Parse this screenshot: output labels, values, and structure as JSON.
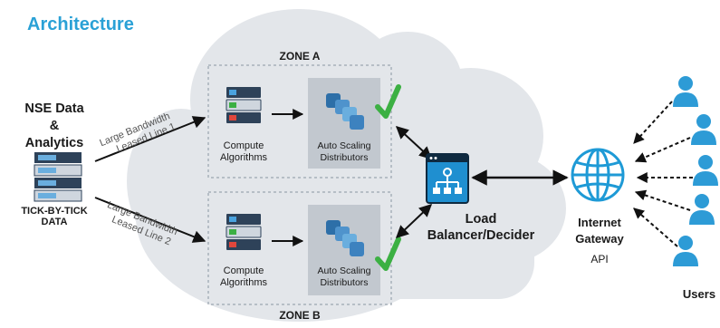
{
  "title": "Architecture",
  "source": {
    "label_lines": [
      "NSE Data",
      "&",
      "Analytics"
    ],
    "caption_lines": [
      "TICK-BY-TICK",
      "DATA"
    ]
  },
  "links": {
    "line1": [
      "Large Bandwidth",
      "Leased Line 1"
    ],
    "line2": [
      "Large Bandwidth",
      "Leased Line 2"
    ]
  },
  "zones": [
    {
      "name": "ZONE A",
      "compute_label": [
        "Compute",
        "Algorithms"
      ],
      "scaling_label": [
        "Auto Scaling",
        "Distributors"
      ]
    },
    {
      "name": "ZONE B",
      "compute_label": [
        "Compute",
        "Algorithms"
      ],
      "scaling_label": [
        "Auto Scaling",
        "Distributors"
      ]
    }
  ],
  "load_balancer": {
    "label_lines": [
      "Load",
      "Balancer/Decider"
    ]
  },
  "gateway": {
    "label_lines": [
      "Internet",
      "Gateway"
    ],
    "sub": "API"
  },
  "users": {
    "label": "Users",
    "count": 5
  },
  "colors": {
    "title": "#2aa1d6",
    "cloud": "#e3e6ea",
    "zone_box": "#c8cdd3",
    "tile": "#bcc3cb",
    "check": "#3cb043",
    "globe": "#1e9ad6",
    "user": "#2d9bd6",
    "server_dark": "#2e4259",
    "server_light": "#cfd6de",
    "lb_fill": "#1f8fd0",
    "lb_border": "#0f2a40"
  }
}
